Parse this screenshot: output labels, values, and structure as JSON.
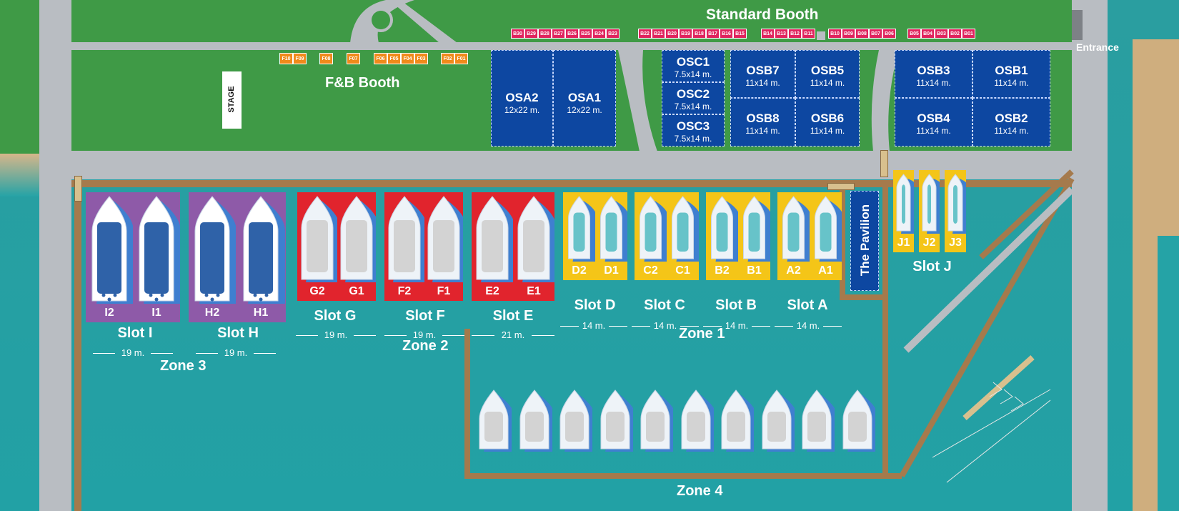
{
  "title": "Standard Booth",
  "entrance": "Entrance",
  "fnb_title": "F&B Booth",
  "stage": "STAGE",
  "pavilion": "The Pavilion",
  "standard_booths": [
    "B30",
    "B29",
    "B28",
    "B27",
    "B26",
    "B25",
    "B24",
    "B23",
    "B22",
    "B21",
    "B20",
    "B19",
    "B18",
    "B17",
    "B16",
    "B15",
    "B14",
    "B13",
    "B12",
    "B11",
    "B10",
    "B09",
    "B08",
    "B07",
    "B06",
    "B05",
    "B04",
    "B03",
    "B02",
    "B01"
  ],
  "fnb_booths": [
    "F10",
    "F09",
    "F08",
    "F07",
    "F06",
    "F05",
    "F04",
    "F03",
    "F02",
    "F01"
  ],
  "outdoor": [
    {
      "name": "OSA2",
      "dim": "12x22 m."
    },
    {
      "name": "OSA1",
      "dim": "12x22 m."
    },
    {
      "name": "OSC1",
      "dim": "7.5x14 m."
    },
    {
      "name": "OSC2",
      "dim": "7.5x14 m."
    },
    {
      "name": "OSC3",
      "dim": "7.5x14 m."
    },
    {
      "name": "OSB7",
      "dim": "11x14 m."
    },
    {
      "name": "OSB5",
      "dim": "11x14 m."
    },
    {
      "name": "OSB8",
      "dim": "11x14 m."
    },
    {
      "name": "OSB6",
      "dim": "11x14 m."
    },
    {
      "name": "OSB3",
      "dim": "11x14 m."
    },
    {
      "name": "OSB1",
      "dim": "11x14 m."
    },
    {
      "name": "OSB4",
      "dim": "11x14 m."
    },
    {
      "name": "OSB2",
      "dim": "11x14 m."
    }
  ],
  "berths": [
    "I2",
    "I1",
    "H2",
    "H1",
    "G2",
    "G1",
    "F2",
    "F1",
    "E2",
    "E1",
    "D2",
    "D1",
    "C2",
    "C1",
    "B2",
    "B1",
    "A2",
    "A1",
    "J1",
    "J2",
    "J3"
  ],
  "slots": [
    {
      "name": "Slot I",
      "measure": "19 m."
    },
    {
      "name": "Slot H",
      "measure": "19 m."
    },
    {
      "name": "Slot G",
      "measure": "19 m."
    },
    {
      "name": "Slot F",
      "measure": "19 m."
    },
    {
      "name": "Slot E",
      "measure": "21 m."
    },
    {
      "name": "Slot D",
      "measure": "14 m."
    },
    {
      "name": "Slot C",
      "measure": "14 m."
    },
    {
      "name": "Slot B",
      "measure": "14 m."
    },
    {
      "name": "Slot A",
      "measure": "14 m."
    },
    {
      "name": "Slot J",
      "measure": ""
    }
  ],
  "zones": [
    "Zone 1",
    "Zone 2",
    "Zone 3",
    "Zone 4"
  ],
  "colors": {
    "grass": "#3f9a46",
    "road": "#b9bdc2",
    "water": "#25a3a6",
    "pier": "#a57a4c",
    "booth": "#e0245e",
    "fnb": "#f08a1a",
    "outdoor": "#0d47a1",
    "purple": "#8e5aa8",
    "red": "#e1242d",
    "yellow": "#f4c518"
  }
}
